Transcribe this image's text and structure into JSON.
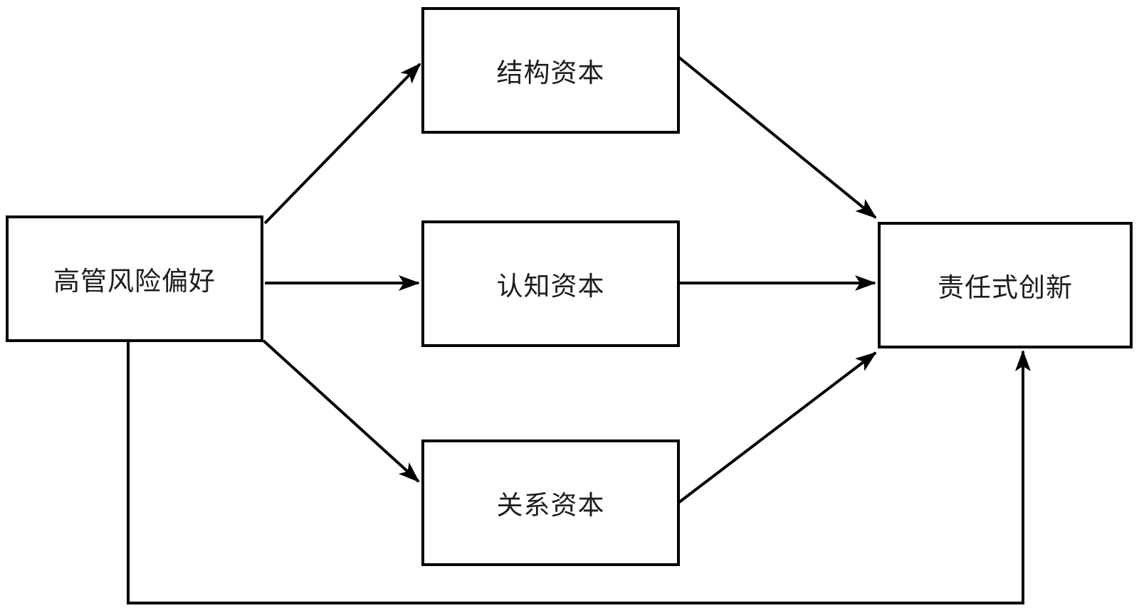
{
  "diagram": {
    "background_color": "#ffffff",
    "line_color": "#000000",
    "text_color": "#1c1c1c",
    "nodes": {
      "executive_risk_preference": {
        "label": "高管风险偏好",
        "role": "independent-variable"
      },
      "structural_capital": {
        "label": "结构资本",
        "role": "mediator"
      },
      "cognitive_capital": {
        "label": "认知资本",
        "role": "mediator"
      },
      "relational_capital": {
        "label": "关系资本",
        "role": "mediator"
      },
      "responsible_innovation": {
        "label": "责任式创新",
        "role": "dependent-variable"
      }
    },
    "edges": [
      {
        "from": "高管风险偏好",
        "to": "结构资本",
        "style": "diagonal-arrow"
      },
      {
        "from": "高管风险偏好",
        "to": "认知资本",
        "style": "straight-arrow"
      },
      {
        "from": "高管风险偏好",
        "to": "关系资本",
        "style": "diagonal-arrow"
      },
      {
        "from": "结构资本",
        "to": "责任式创新",
        "style": "diagonal-arrow"
      },
      {
        "from": "认知资本",
        "to": "责任式创新",
        "style": "straight-arrow"
      },
      {
        "from": "关系资本",
        "to": "责任式创新",
        "style": "diagonal-arrow"
      },
      {
        "from": "高管风险偏好",
        "to": "责任式创新",
        "style": "orthogonal-bottom-route-arrow"
      }
    ]
  }
}
